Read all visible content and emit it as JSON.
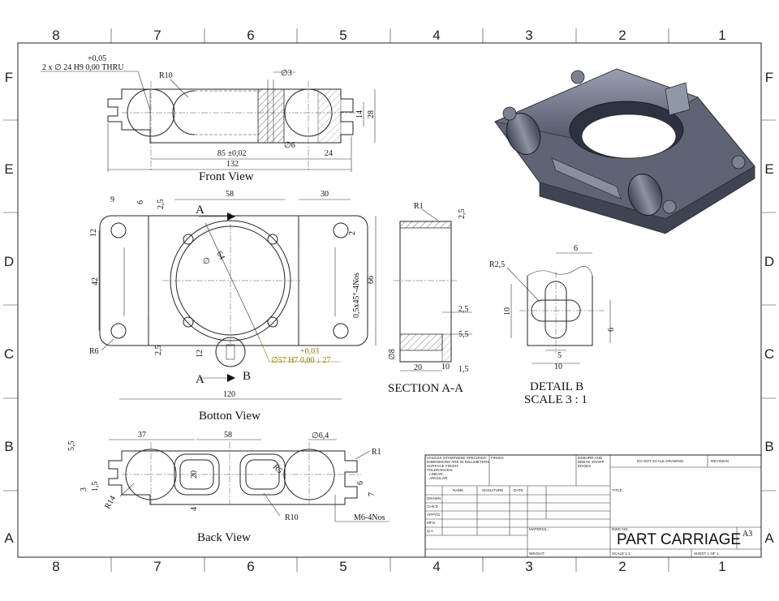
{
  "zones": {
    "columns": [
      "8",
      "7",
      "6",
      "5",
      "4",
      "3",
      "2",
      "1"
    ],
    "rows": [
      "F",
      "E",
      "D",
      "C",
      "B",
      "A"
    ]
  },
  "front_view": {
    "title": "Front View",
    "hole_note_line1": "+0,05",
    "hole_note_line2": "2 x ∅ 24 H9   0,00 THRU",
    "r10": "R10",
    "d3": "∅3",
    "d6": "∅6",
    "dim_85": "85 ±0,02",
    "dim_24": "24",
    "dim_132": "132",
    "dim_14": "14",
    "dim_28": "28"
  },
  "bottom_view": {
    "title": "Botton View",
    "dim_58": "58",
    "dim_30": "30",
    "dim_9": "9",
    "dim_6": "6",
    "dim_2_5a": "2,5",
    "dim_12a": "12",
    "dim_42": "42",
    "r6": "R6",
    "dim_2_5b": "2,5",
    "dim_12b": "12",
    "dim_64": "64",
    "phi": "∅",
    "dim_2": "2",
    "dim_66": "66",
    "chamfer": "0,5x45°-4Nos",
    "bore_tol": "+0,03",
    "bore_note": "∅57 H7   0,00 ↓ 27",
    "dim_120": "120",
    "section_a1": "A",
    "section_a2": "A",
    "detail_b": "B"
  },
  "section_view": {
    "title": "SECTION A-A",
    "r1": "R1",
    "dim_2_5a": "2,5",
    "dim_2_5b": "2,5",
    "dim_5_5": "5,5",
    "dim_1_5": "1,5",
    "dim_20": "20",
    "dim_10": "10",
    "dim_8": "∅8"
  },
  "detail_view": {
    "title": "DETAIL B",
    "scale": "SCALE 3 : 1",
    "r2_5": "R2,5",
    "dim_6a": "6",
    "dim_10a": "10",
    "dim_6b": "6",
    "dim_5": "5",
    "dim_10b": "10"
  },
  "back_view": {
    "title": "Back View",
    "dim_37": "37",
    "dim_58": "58",
    "d6_4": "∅6,4",
    "r1": "R1",
    "dim_5_5": "5,5",
    "dim_3": "3",
    "dim_1_5": "1,5",
    "dim_20": "20",
    "dim_4": "4",
    "r5": "R5",
    "r14": "R14",
    "r10": "R10",
    "dim_6": "6",
    "dim_7": "7",
    "thread": "M6-4Nos"
  },
  "title_block": {
    "notes_line1": "UNLESS OTHERWISE SPECIFIED:",
    "notes_line2": "DIMENSIONS ARE IN MILLIMETERS",
    "notes_line3": "SURFACE FINISH:",
    "notes_line4": "TOLERANCES:",
    "notes_line5": "LINEAR:",
    "notes_line6": "ANGULAR:",
    "finish": "FINISH:",
    "deburr_line1": "DEBURR AND",
    "deburr_line2": "BREAK SHARP",
    "deburr_line3": "EDGES",
    "do_not_scale": "DO NOT SCALE DRAWING",
    "revision": "REVISION",
    "col_name": "NAME",
    "col_signature": "SIGNATURE",
    "col_date": "DATE",
    "row_drawn": "DRAWN",
    "row_chkd": "CHK'D",
    "row_appvd": "APPV'D",
    "row_mfg": "MFG",
    "row_qa": "Q.A",
    "title_label": "TITLE:",
    "material": "MATERIAL:",
    "dwg_no": "DWG NO.",
    "part_name": "PART CARRIAGE",
    "size": "A3",
    "weight": "WEIGHT:",
    "scale": "SCALE:1:1",
    "sheet": "SHEET 1 OF 1"
  },
  "colors": {
    "line": "#222222",
    "dimension_highlight": "#8a7a00",
    "render_body": "#6b7081"
  },
  "icons": [
    "isometric-3d-render"
  ]
}
